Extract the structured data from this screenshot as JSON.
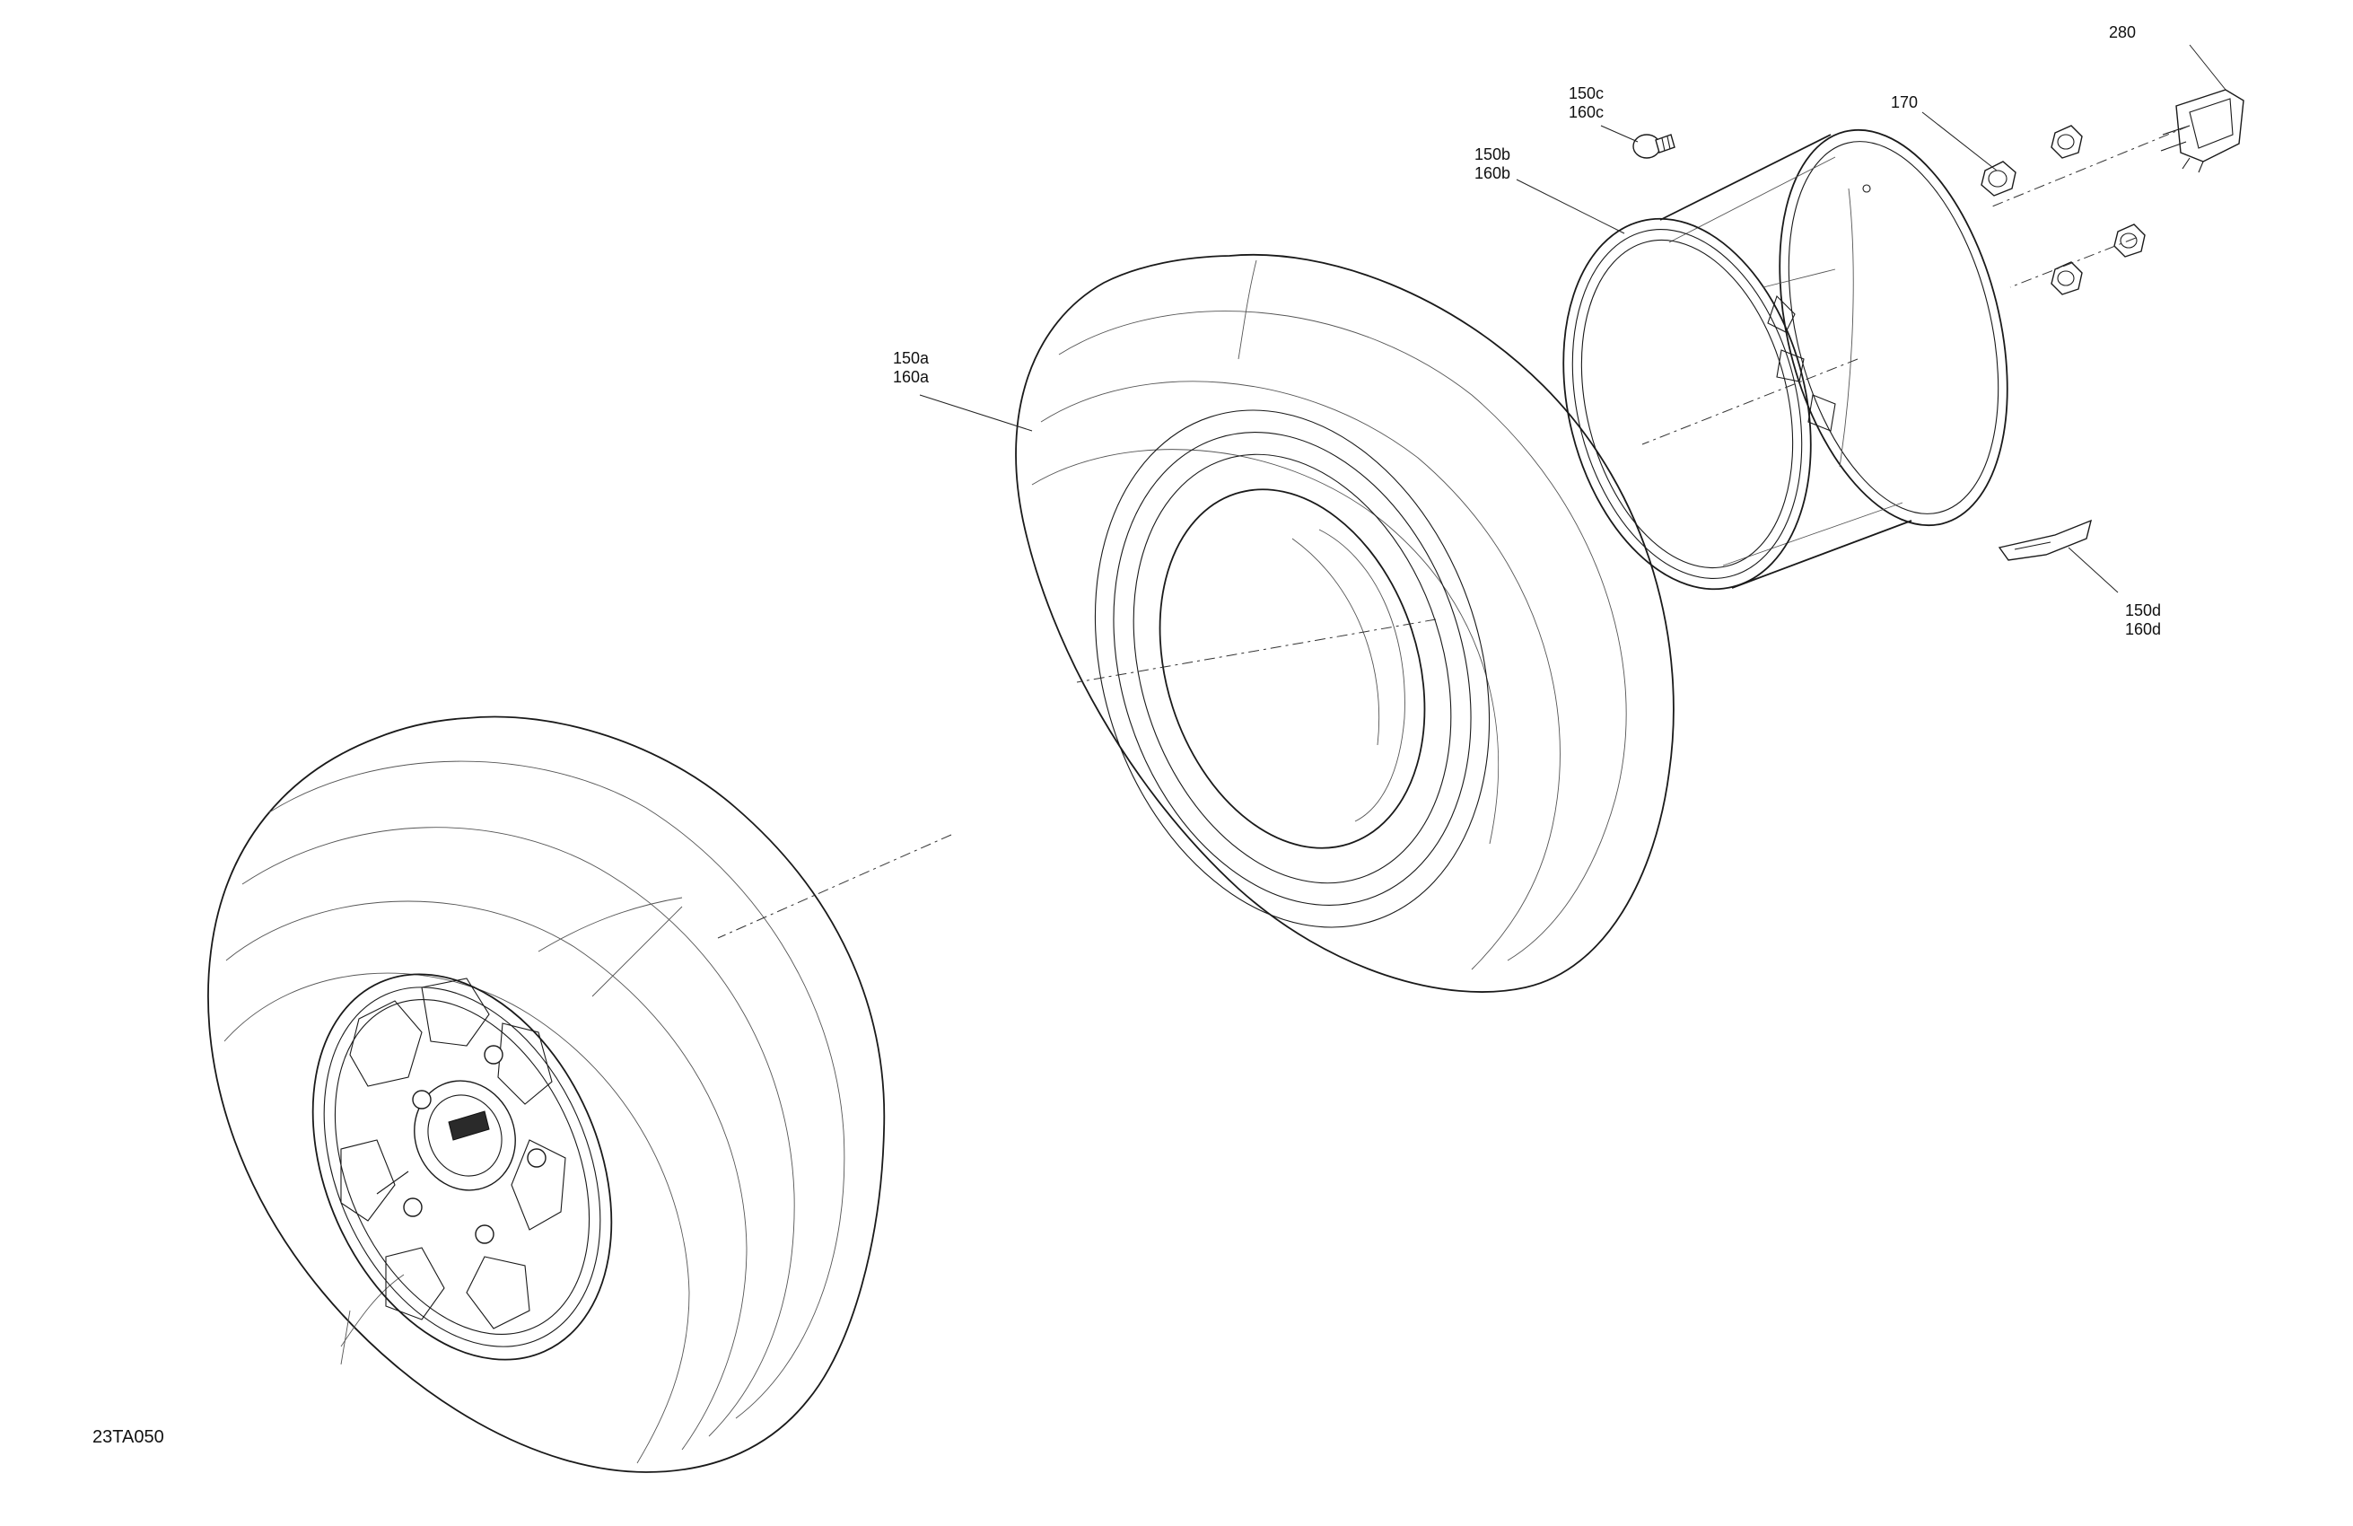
{
  "drawing_code": "23TA050",
  "callouts": {
    "c280": "280",
    "c170": "170",
    "c150c": "150c",
    "c160c": "160c",
    "c150b": "150b",
    "c160b": "160b",
    "c150a": "150a",
    "c160a": "160a",
    "c150d": "150d",
    "c160d": "160d"
  }
}
